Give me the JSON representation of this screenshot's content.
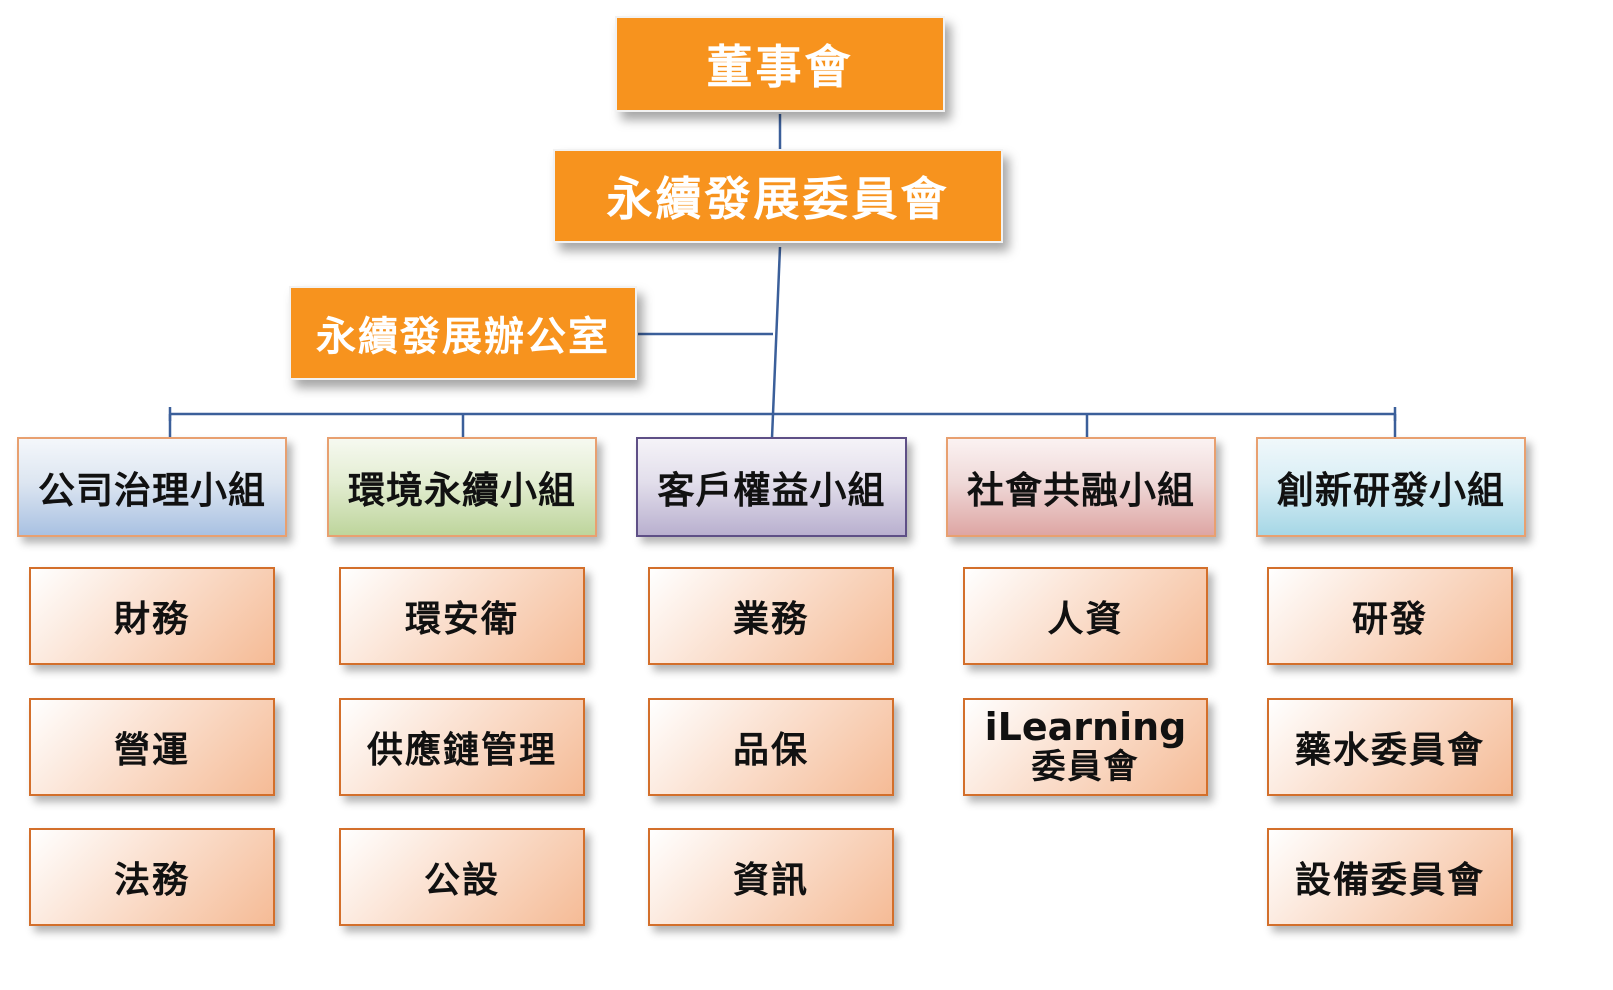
{
  "board": "董事會",
  "committee": "永續發展委員會",
  "office": "永續發展辦公室",
  "groups": [
    {
      "title": "公司治理小組",
      "items": [
        "財務",
        "營運",
        "法務"
      ]
    },
    {
      "title": "環境永續小組",
      "items": [
        "環安衛",
        "供應鏈管理",
        "公設"
      ]
    },
    {
      "title": "客戶權益小組",
      "items": [
        "業務",
        "品保",
        "資訊"
      ]
    },
    {
      "title": "社會共融小組",
      "items": [
        "人資",
        "iLearning 委員會"
      ],
      "ilearning": {
        "line1": "iLearning",
        "line2": "委員會"
      }
    },
    {
      "title": "創新研發小組",
      "items": [
        "研發",
        "藥水委員會",
        "設備委員會"
      ]
    }
  ],
  "colors": {
    "orange": "#f7931e",
    "connector": "#3b5f9a",
    "leaf_border": "#d36f2b"
  }
}
